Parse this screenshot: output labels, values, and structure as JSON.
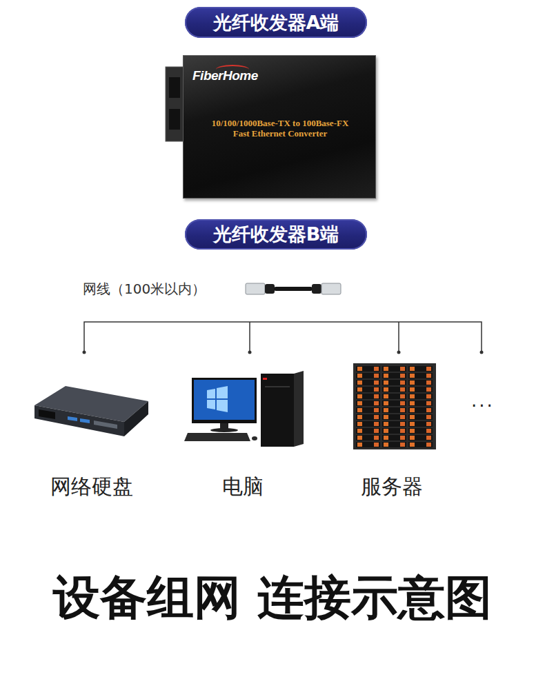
{
  "diagram": {
    "title": "设备组网 连接示意图",
    "nodes": [
      {
        "text": [
          "光纤收发器A端"
        ]
      },
      {
        "text": [
          "FiberHome",
          "10/100/1000Base-TX to 100Base-FX Fast Ethernet Converter"
        ]
      },
      {
        "text": [
          "光纤收发器B端"
        ]
      }
    ],
    "labels": [
      "网线（100米以内）",
      "网络硬盘",
      "电脑",
      "服务器",
      "..."
    ]
  }
}
